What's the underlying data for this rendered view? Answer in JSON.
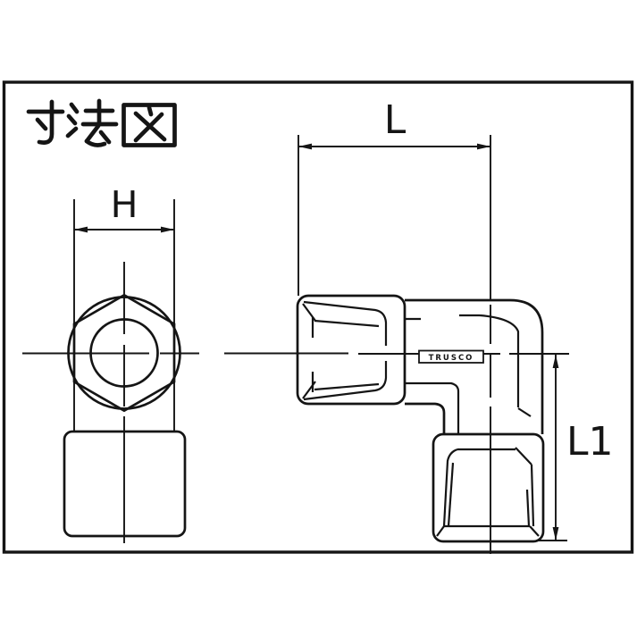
{
  "colors": {
    "background": "#ffffff",
    "line": "#151515"
  },
  "title": {
    "text": "寸法図"
  },
  "dimension_labels": {
    "h": "H",
    "l": "L",
    "l1": "L1"
  },
  "brand_label": {
    "text": "TRUSCO"
  }
}
